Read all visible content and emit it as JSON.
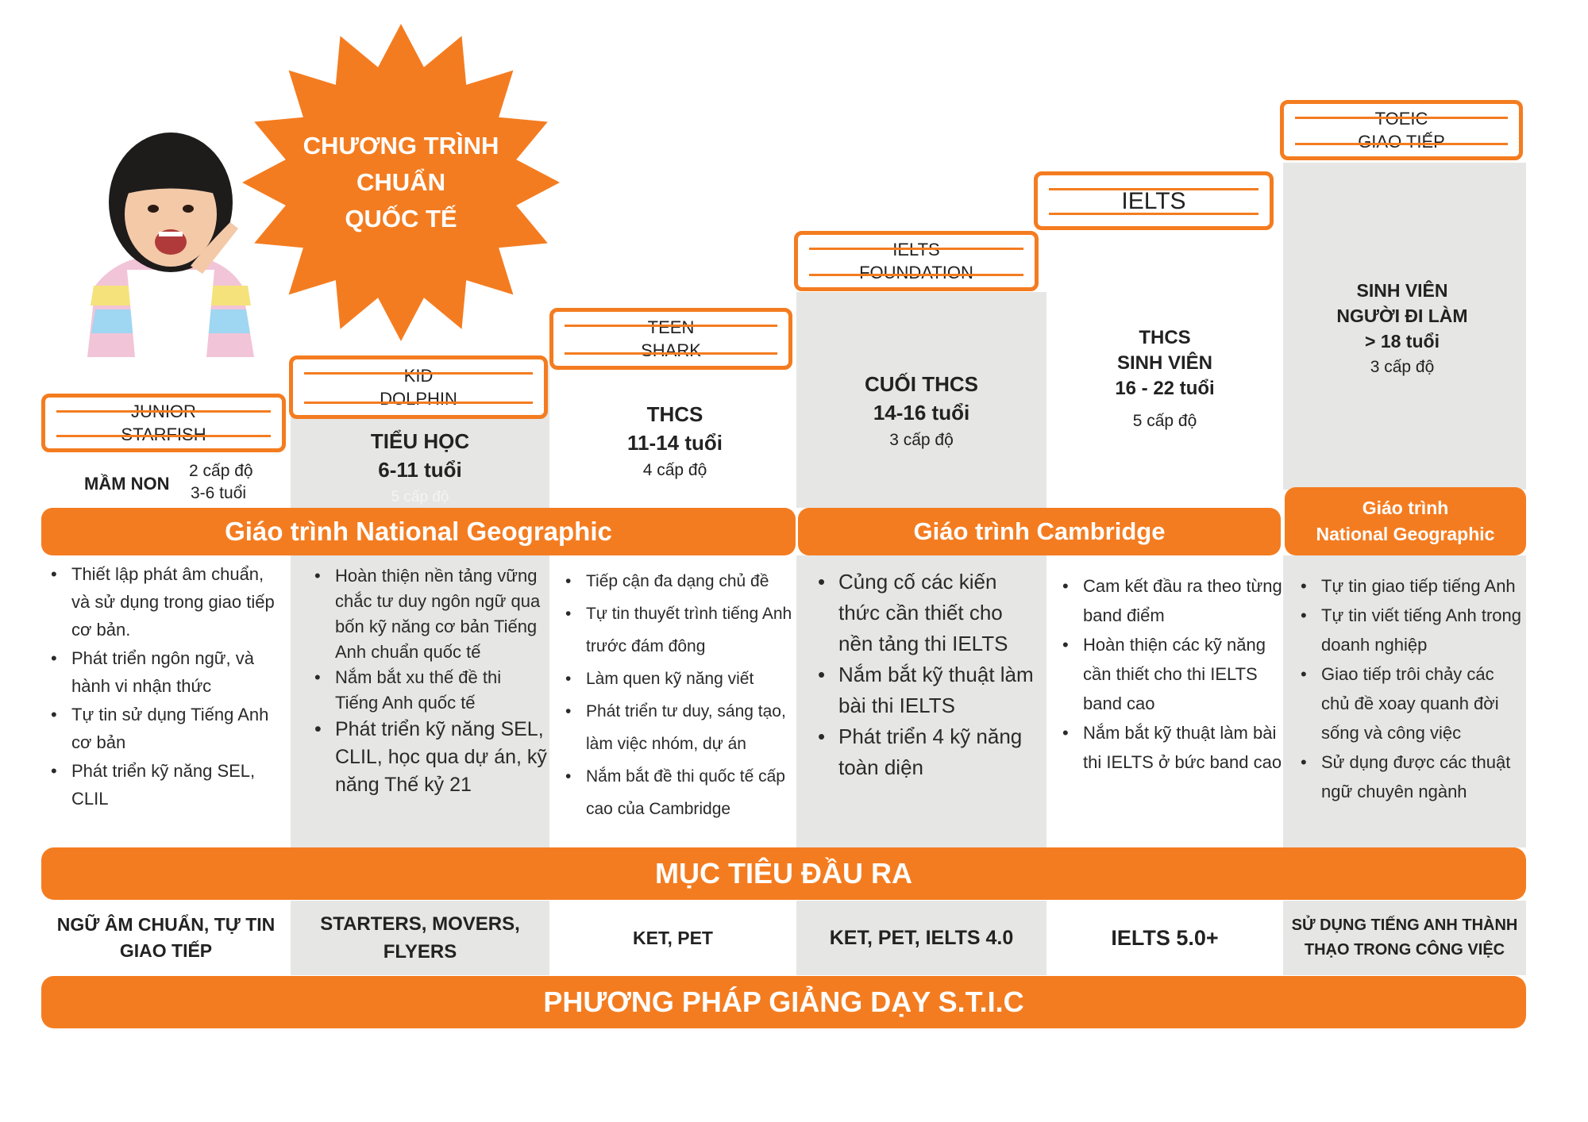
{
  "badge": {
    "line1": "CHƯƠNG TRÌNH",
    "line2": "CHUẨN",
    "line3": "QUỐC TẾ"
  },
  "levels": [
    {
      "name1": "JUNIOR",
      "name2": "STARFISH",
      "group": "MẦM NON",
      "count": "2 cấp độ",
      "age": "3-6 tuổi"
    },
    {
      "name1": "KID",
      "name2": "DOLPHIN",
      "group": "TIỂU HỌC",
      "age": "6-11 tuổi",
      "count": "5 cấp độ"
    },
    {
      "name1": "TEEN",
      "name2": "SHARK",
      "group": "THCS",
      "age": "11-14 tuổi",
      "count": "4 cấp độ"
    },
    {
      "name1": "IELTS",
      "name2": "FOUNDATION",
      "group": "CUỐI THCS",
      "age": "14-16 tuổi",
      "count": "3 cấp độ"
    },
    {
      "name1": "IELTS",
      "group1": "THCS",
      "group2": "SINH VIÊN",
      "age": "16 - 22 tuổi",
      "count": "5 cấp độ"
    },
    {
      "name1": "TOEIC",
      "name2": "GIAO TIẾP",
      "group1": "SINH VIÊN",
      "group2": "NGƯỜI ĐI LÀM",
      "age": "> 18 tuổi",
      "count": "3 cấp độ"
    }
  ],
  "curricula": {
    "natgeo": "Giáo trình National Geographic",
    "cambridge": "Giáo trình Cambridge",
    "natgeo2_line1": "Giáo trình",
    "natgeo2_line2": "National Geographic"
  },
  "bullets": {
    "col1": [
      "Thiết lập phát âm chuẩn, và sử dụng trong giao tiếp cơ bản.",
      "Phát triển ngôn ngữ, và hành vi nhận thức",
      "Tự tin sử dụng Tiếng Anh cơ bản",
      "Phát triển kỹ năng SEL, CLIL"
    ],
    "col2": [
      "Hoàn thiện nền tảng vững chắc tư duy ngôn ngữ qua bốn kỹ năng cơ bản Tiếng Anh chuẩn quốc tế",
      "Nắm bắt xu thế đề thi Tiếng Anh quốc tế",
      "Phát triển kỹ năng SEL, CLIL, học qua dự án, kỹ năng Thế kỷ 21"
    ],
    "col3": [
      "Tiếp cận đa dạng chủ đề",
      "Tự tin thuyết trình tiếng Anh trước đám đông",
      "Làm quen kỹ năng viết",
      "Phát triển tư duy, sáng tạo, làm việc nhóm, dự án",
      "Nắm bắt đề thi quốc tế cấp cao của Cambridge"
    ],
    "col4": [
      "Củng cố các kiến thức cần thiết cho nền tảng thi IELTS",
      "Nắm bắt kỹ thuật làm bài thi IELTS",
      "Phát triển 4 kỹ năng toàn diện"
    ],
    "col5": [
      "Cam kết đầu ra theo từng band điểm",
      "Hoàn thiện các kỹ năng cần thiết cho thi IELTS band cao",
      "Nắm bắt kỹ thuật làm bài thi IELTS ở bức band cao"
    ],
    "col6": [
      "Tự tin giao tiếp tiếng Anh",
      "Tự tin viết tiếng Anh trong doanh nghiệp",
      "Giao tiếp trôi chảy các chủ đề xoay quanh đời sống và công việc",
      "Sử dụng được các thuật ngữ chuyên ngành"
    ]
  },
  "outcome_title": "MỤC TIÊU ĐẦU RA",
  "outcomes": {
    "o1_line1": "NGỮ ÂM CHUẨN, TỰ TIN",
    "o1_line2": "GIAO TIẾP",
    "o2_line1": "STARTERS, MOVERS,",
    "o2_line2": "FLYERS",
    "o3": "KET, PET",
    "o4": "KET, PET, IELTS 4.0",
    "o5": "IELTS 5.0+",
    "o6_line1": "SỬ DỤNG TIẾNG ANH THÀNH",
    "o6_line2": "THẠO TRONG CÔNG VIỆC"
  },
  "method_title": "PHƯƠNG PHÁP GIẢNG DẠY S.T.I.C",
  "colors": {
    "accent": "#f47c20",
    "panel": "#e6e6e4"
  }
}
